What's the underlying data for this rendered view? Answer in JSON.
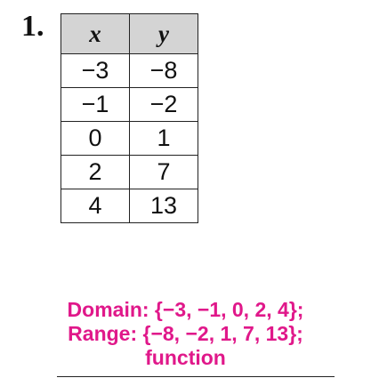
{
  "problem": {
    "number": "1."
  },
  "table": {
    "headers": [
      "x",
      "y"
    ],
    "rows": [
      [
        "−3",
        "−8"
      ],
      [
        "−1",
        "−2"
      ],
      [
        "0",
        "1"
      ],
      [
        "2",
        "7"
      ],
      [
        "4",
        "13"
      ]
    ]
  },
  "answer": {
    "domain": "Domain: {−3, −1, 0, 2, 4};",
    "range": "Range: {−8, −2, 1, 7, 13};",
    "conclusion": "function",
    "color": "#e0188a"
  }
}
